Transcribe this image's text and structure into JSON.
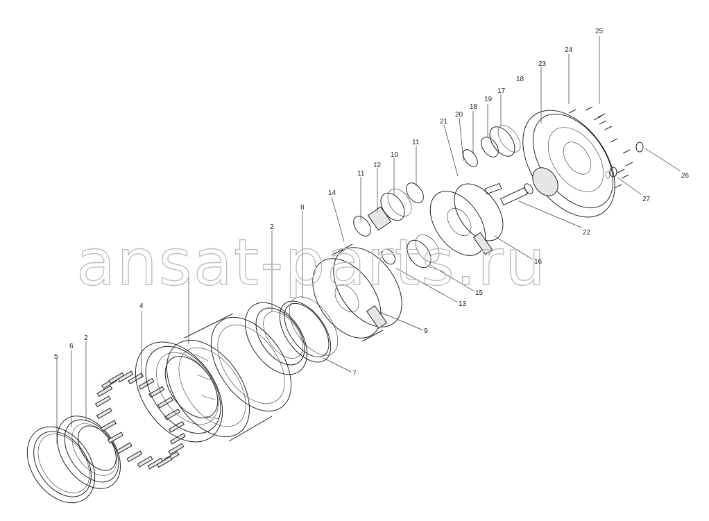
{
  "watermark": "ansat-parts.ru",
  "corner_mark": "",
  "labels": {
    "n2a": "2",
    "n2b": "2",
    "n4": "4",
    "n5": "5",
    "n6": "6",
    "n7": "7",
    "n8": "8",
    "n9": "9",
    "n10": "10",
    "n11a": "11",
    "n11b": "11",
    "n12": "12",
    "n13": "13",
    "n14": "14",
    "n15": "15",
    "n16": "16",
    "n17": "17",
    "n18a": "18",
    "n18b": "18",
    "n19": "19",
    "n20": "20",
    "n21": "21",
    "n22": "22",
    "n23": "23",
    "n24": "24",
    "n25": "25",
    "n26": "26",
    "n27": "27"
  }
}
